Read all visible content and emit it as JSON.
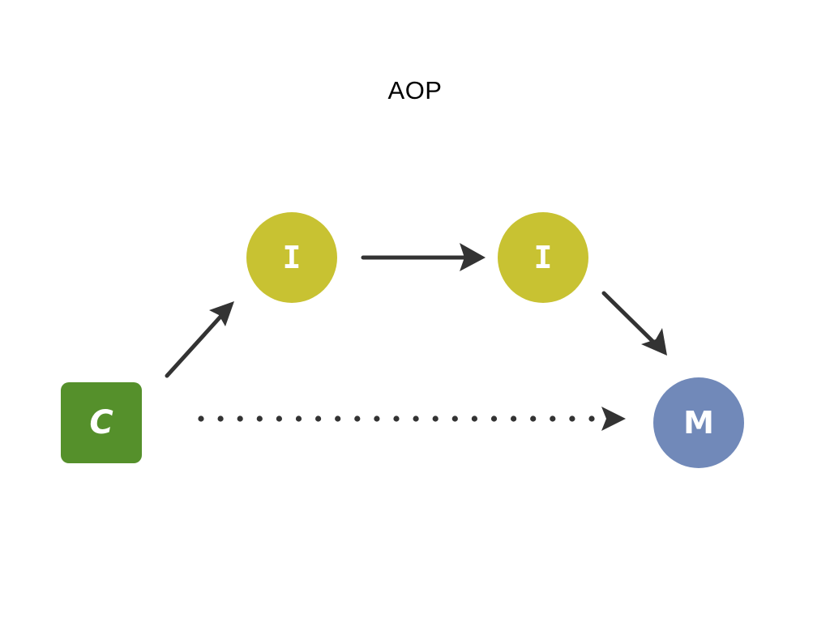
{
  "title": "AOP",
  "nodes": {
    "c": {
      "label": "C",
      "color": "#55902b"
    },
    "i1": {
      "label": "I",
      "color": "#c8c232"
    },
    "i2": {
      "label": "I",
      "color": "#c8c232"
    },
    "m": {
      "label": "M",
      "color": "#7189b9"
    }
  },
  "edges": [
    {
      "from": "c",
      "to": "i1",
      "style": "solid"
    },
    {
      "from": "i1",
      "to": "i2",
      "style": "solid"
    },
    {
      "from": "i2",
      "to": "m",
      "style": "solid"
    },
    {
      "from": "c",
      "to": "m",
      "style": "dotted"
    }
  ],
  "edge_color": "#333333"
}
